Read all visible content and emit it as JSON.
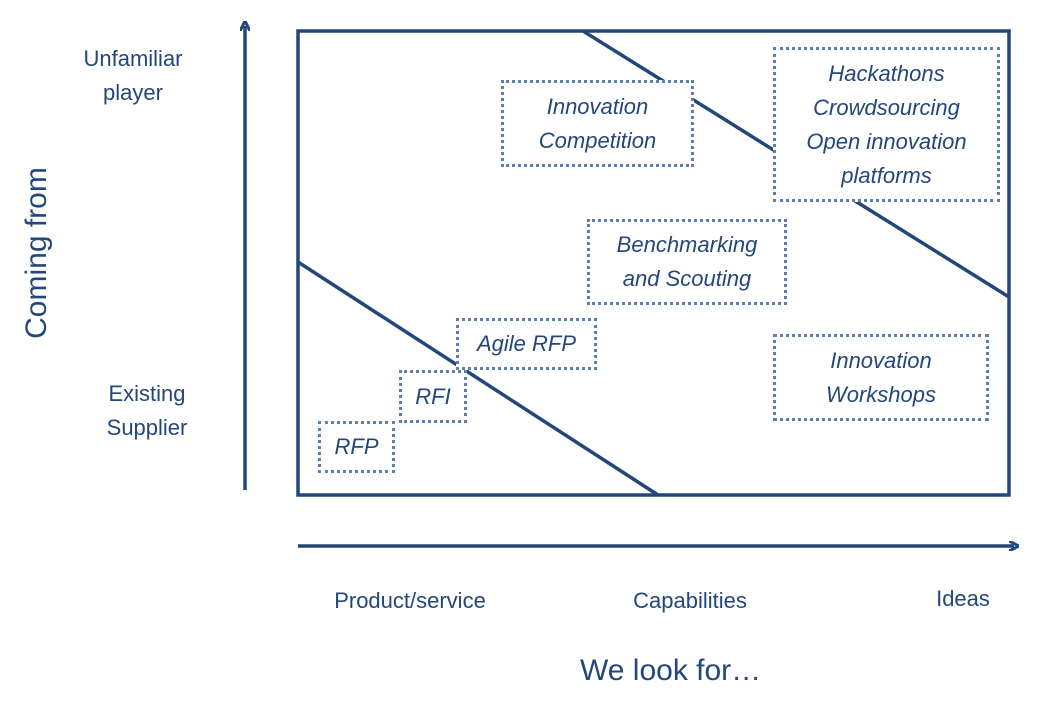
{
  "colors": {
    "line": "#23477a",
    "text": "#23477a",
    "box_border": "#5b7fae"
  },
  "y_axis": {
    "title": "Coming from",
    "top_label": "Unfamiliar\nplayer",
    "bottom_label": "Existing\nSupplier"
  },
  "x_axis": {
    "title": "We look for…",
    "labels": [
      "Product/service",
      "Capabilities",
      "Ideas"
    ]
  },
  "boxes": {
    "innovation_competition": "Innovation\nCompetition",
    "hackathons": "Hackathons\nCrowdsourcing\nOpen innovation\nplatforms",
    "benchmarking": "Benchmarking\nand Scouting",
    "agile_rfp": "Agile RFP",
    "rfi": "RFI",
    "rfp": "RFP",
    "innovation_workshops": "Innovation\nWorkshops"
  }
}
